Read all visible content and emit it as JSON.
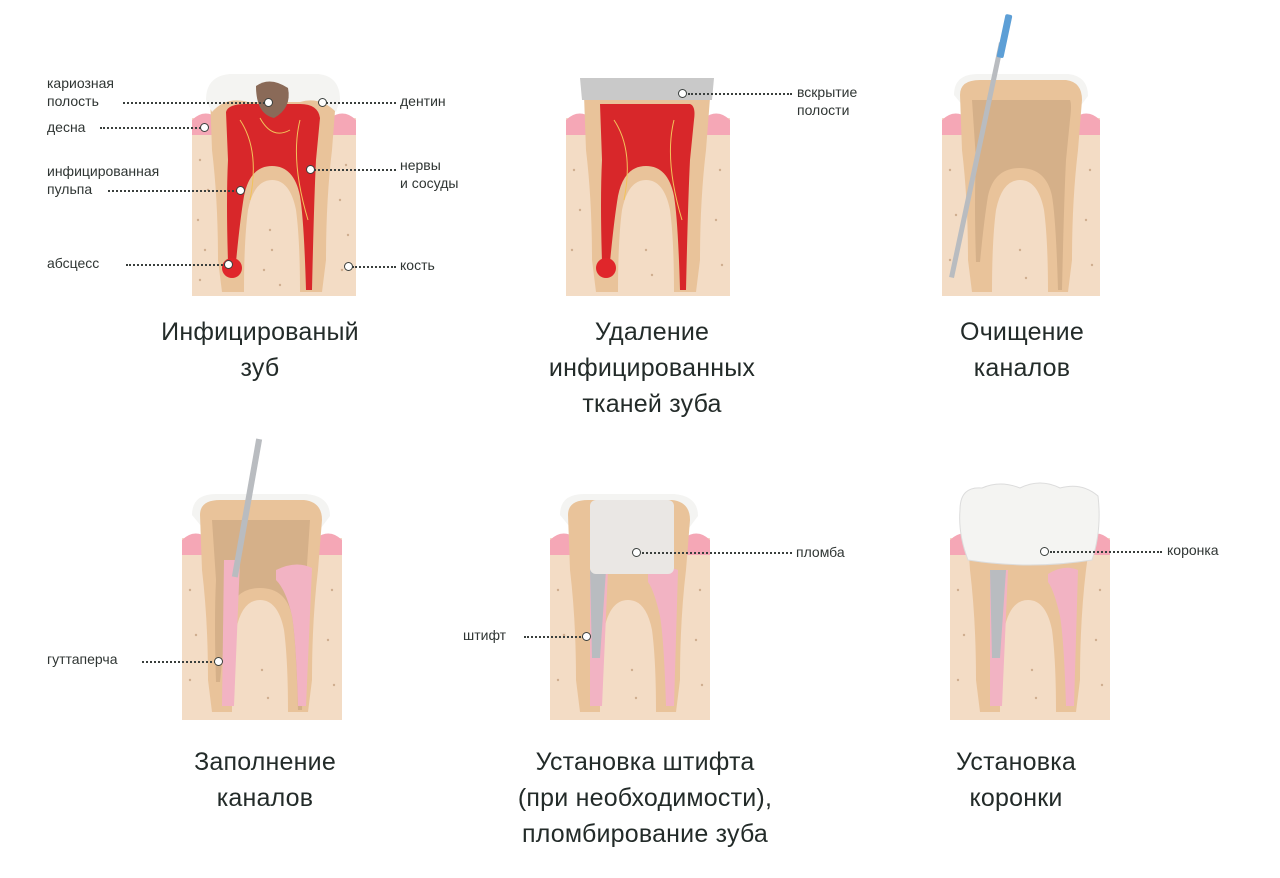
{
  "steps": [
    {
      "title_lines": [
        "Инфицированый",
        "зуб"
      ],
      "labels": {
        "carious_cavity": [
          "кариозная",
          "полость"
        ],
        "gum": [
          "десна"
        ],
        "infected_pulp": [
          "инфицированная",
          "пульпа"
        ],
        "abscess": [
          "абсцесс"
        ],
        "dentin": [
          "дентин"
        ],
        "nerves_vessels": [
          "нервы",
          "и сосуды"
        ],
        "bone": [
          "кость"
        ]
      }
    },
    {
      "title_lines": [
        "Удаление",
        "инфицированных",
        "тканей зуба"
      ],
      "labels": {
        "cavity_opening": [
          "вскрытие",
          "полости"
        ]
      }
    },
    {
      "title_lines": [
        "Очищение",
        "каналов"
      ],
      "labels": {}
    },
    {
      "title_lines": [
        "Заполнение",
        "каналов"
      ],
      "labels": {
        "gutta_percha": [
          "гуттаперча"
        ]
      }
    },
    {
      "title_lines": [
        "Установка штифта",
        "(при необходимости),",
        "пломбирование зуба"
      ],
      "labels": {
        "filling": [
          "пломба"
        ],
        "post": [
          "штифт"
        ]
      }
    },
    {
      "title_lines": [
        "Установка",
        "коронки"
      ],
      "labels": {
        "crown": [
          "коронка"
        ]
      }
    }
  ],
  "colors": {
    "bone": "#f3dcc5",
    "bone_dots": "#cfae8f",
    "gum": "#f5a7b6",
    "enamel": "#f4f4f2",
    "dentin": "#e9c39a",
    "dentin_clean": "#d5b089",
    "pulp_infected": "#d8272a",
    "pulp_filled": "#f2b3c3",
    "filling": "#eae7e4",
    "metal": "#b9bcc0",
    "instrument_handle": "#5d9fd6"
  }
}
